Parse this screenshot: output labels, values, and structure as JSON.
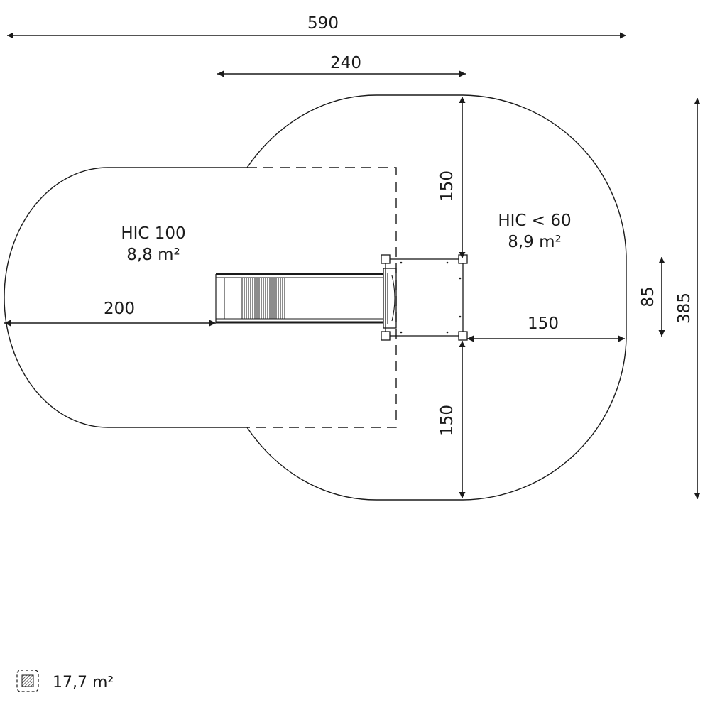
{
  "dimensions": {
    "overall_width": "590",
    "tower_offset": "240",
    "slide_zone_length": "200",
    "tower_top": "150",
    "tower_bottom": "150",
    "tower_right": "150",
    "tower_depth": "85",
    "overall_depth": "385"
  },
  "zones": {
    "slide": {
      "hic": "HIC 100",
      "area": "8,8 m²"
    },
    "tower": {
      "hic": "HIC < 60",
      "area": "8,9 m²"
    }
  },
  "legend": {
    "icon": "hatched-square-icon",
    "total_area": "17,7 m²"
  },
  "colors": {
    "line": "#1a1a1a",
    "background": "#ffffff"
  }
}
